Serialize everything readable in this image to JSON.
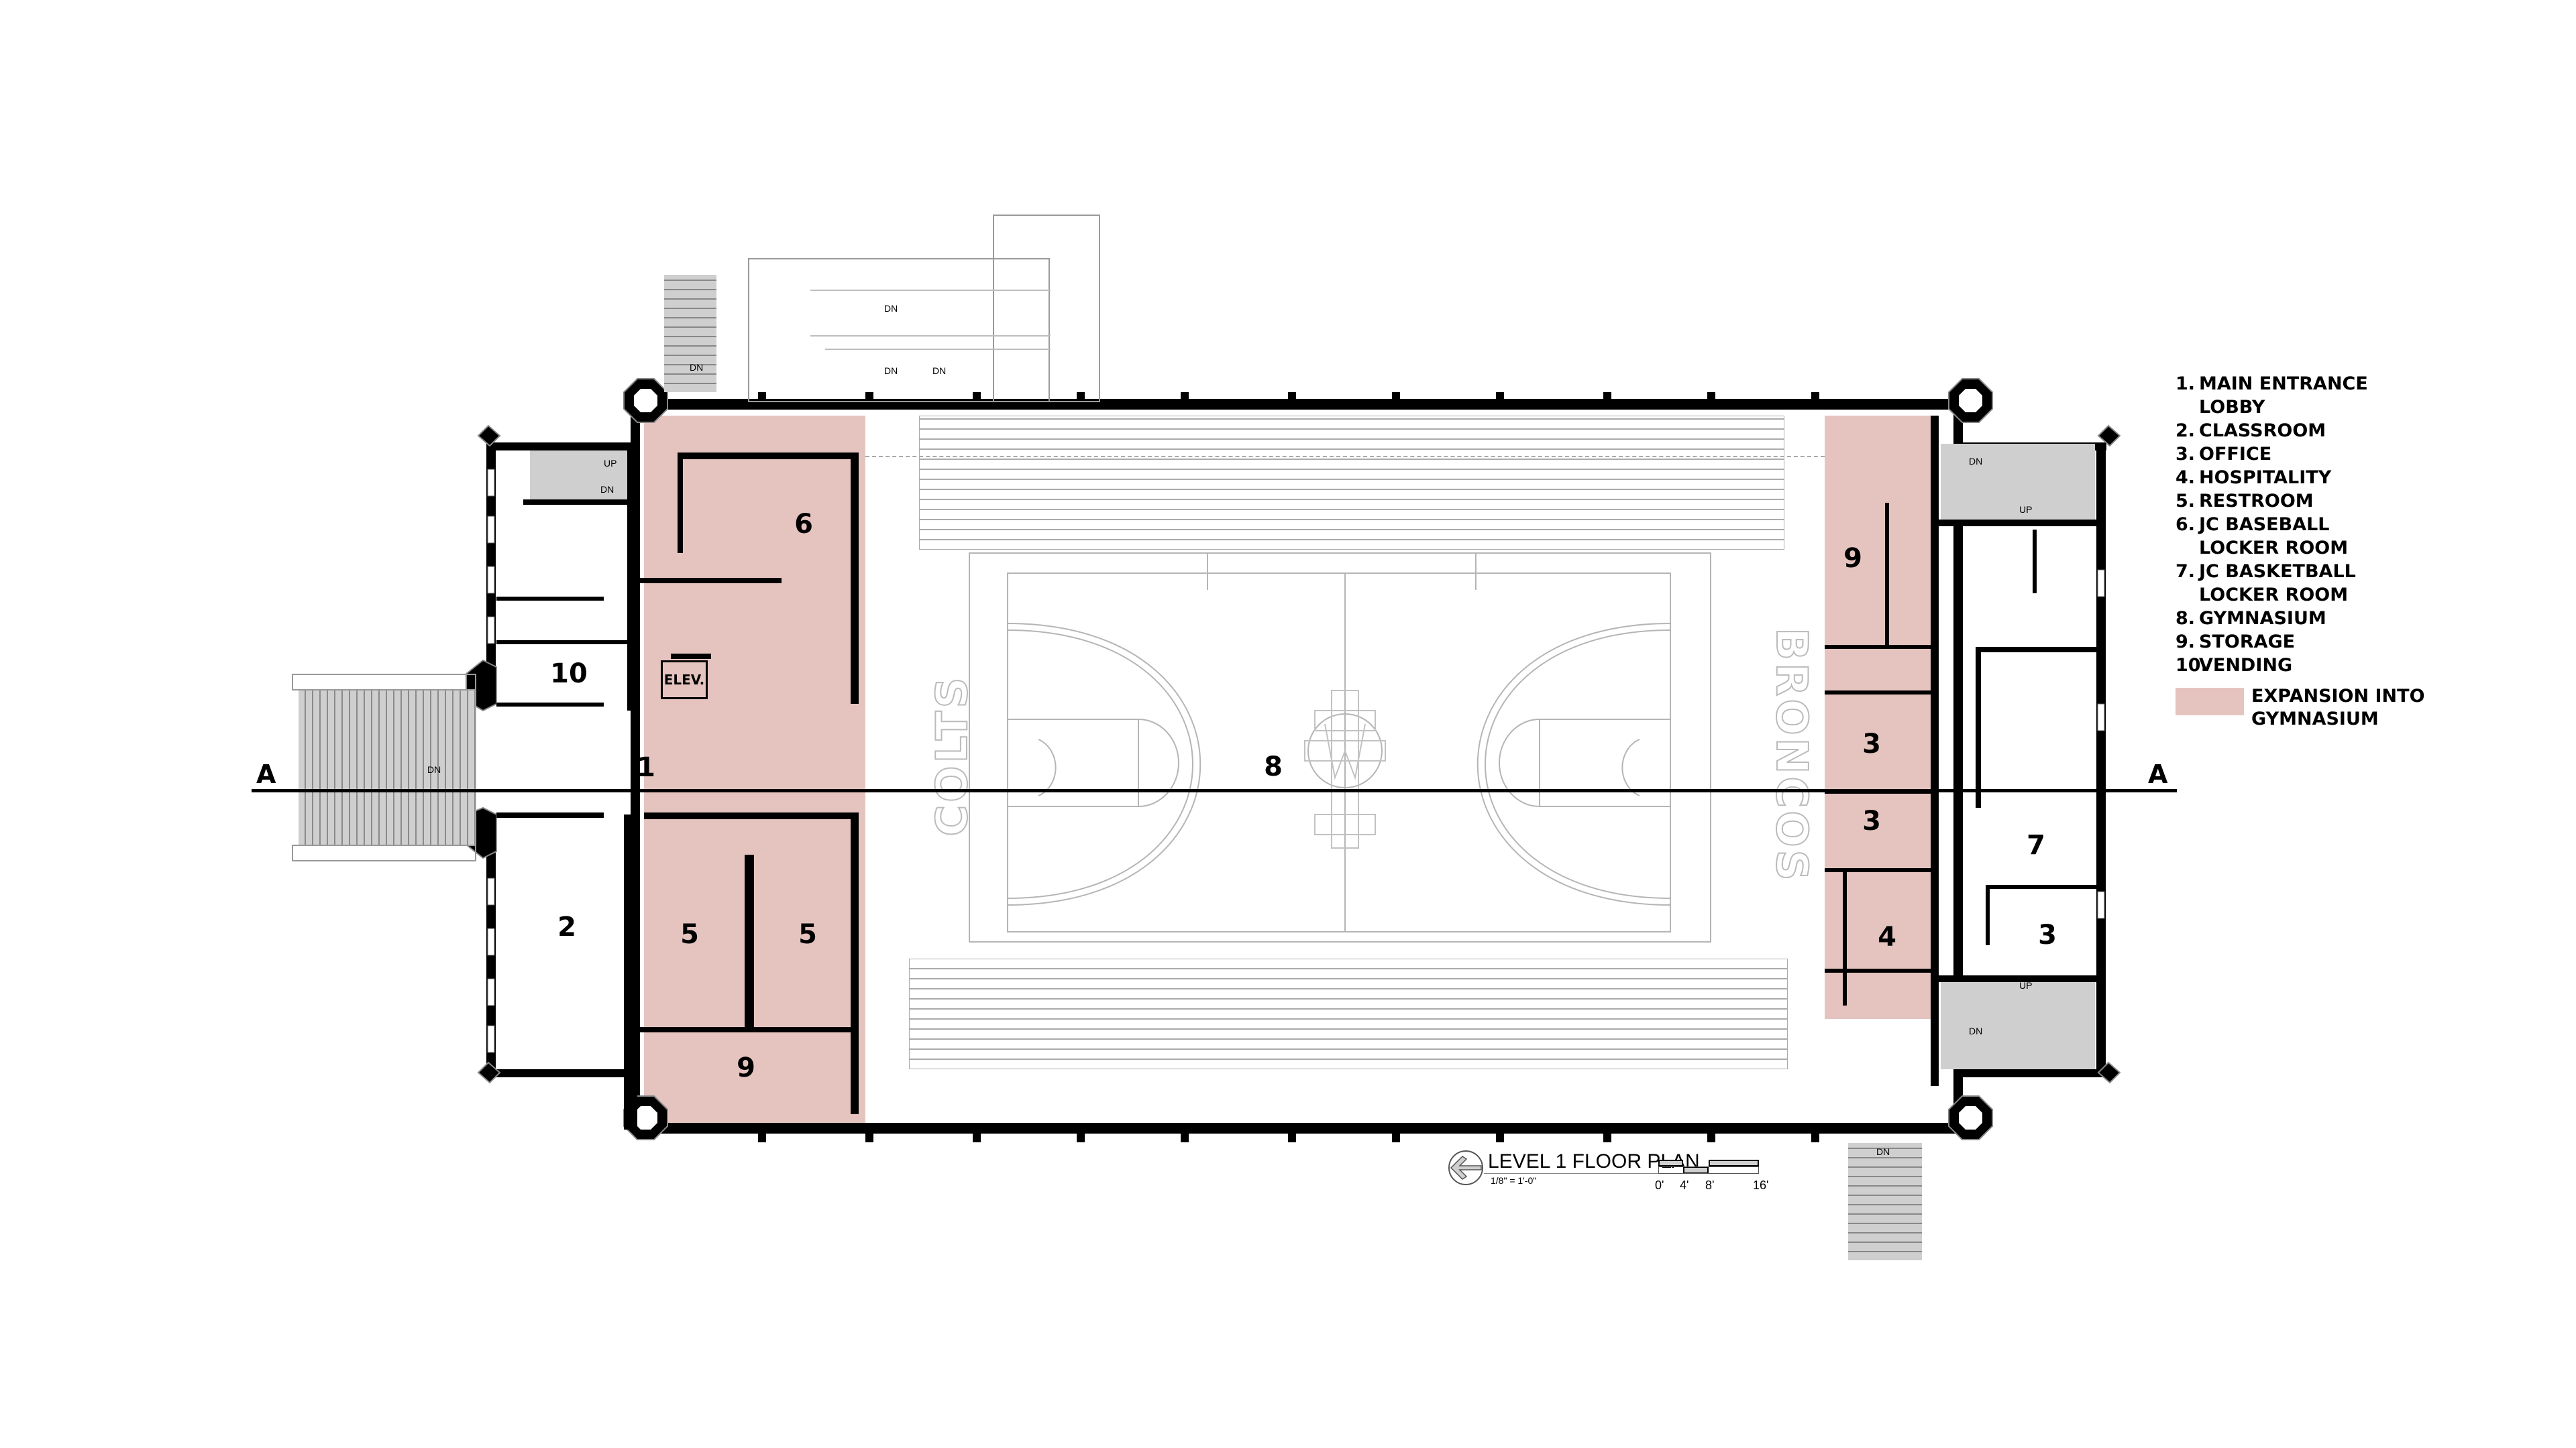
{
  "drawing": {
    "title": "LEVEL 1 FLOOR PLAN",
    "scale": "1/8\" = 1'-0\"",
    "scale_bar_ticks": [
      "0'",
      "4'",
      "8'",
      "16'"
    ],
    "section_marker": "A",
    "north_icon": "north-arrow-icon"
  },
  "rooms": {
    "r1": "1",
    "r2": "2",
    "r3a": "3",
    "r3b": "3",
    "r3c": "3",
    "r4": "4",
    "r5a": "5",
    "r5b": "5",
    "r6": "6",
    "r7": "7",
    "r8": "8",
    "r9a": "9",
    "r9b": "9",
    "r10": "10",
    "elevator": "ELEV."
  },
  "court": {
    "left_team": "COLTS",
    "right_team": "BRONCOS"
  },
  "stairs": {
    "dn": "DN",
    "up": "UP"
  },
  "legend": {
    "items": [
      {
        "num": "1.",
        "label": "MAIN ENTRANCE\nLOBBY"
      },
      {
        "num": "2.",
        "label": "CLASSROOM"
      },
      {
        "num": "3.",
        "label": "OFFICE"
      },
      {
        "num": "4.",
        "label": "HOSPITALITY"
      },
      {
        "num": "5.",
        "label": "RESTROOM"
      },
      {
        "num": "6.",
        "label": "JC BASEBALL\nLOCKER ROOM"
      },
      {
        "num": "7.",
        "label": "JC BASKETBALL\nLOCKER ROOM"
      },
      {
        "num": "8.",
        "label": "GYMNASIUM"
      },
      {
        "num": "9.",
        "label": "STORAGE"
      },
      {
        "num": "10.",
        "label": "VENDING"
      }
    ],
    "highlight_label": "EXPANSION INTO\nGYMNASIUM",
    "highlight_color": "#e5c4bf"
  }
}
